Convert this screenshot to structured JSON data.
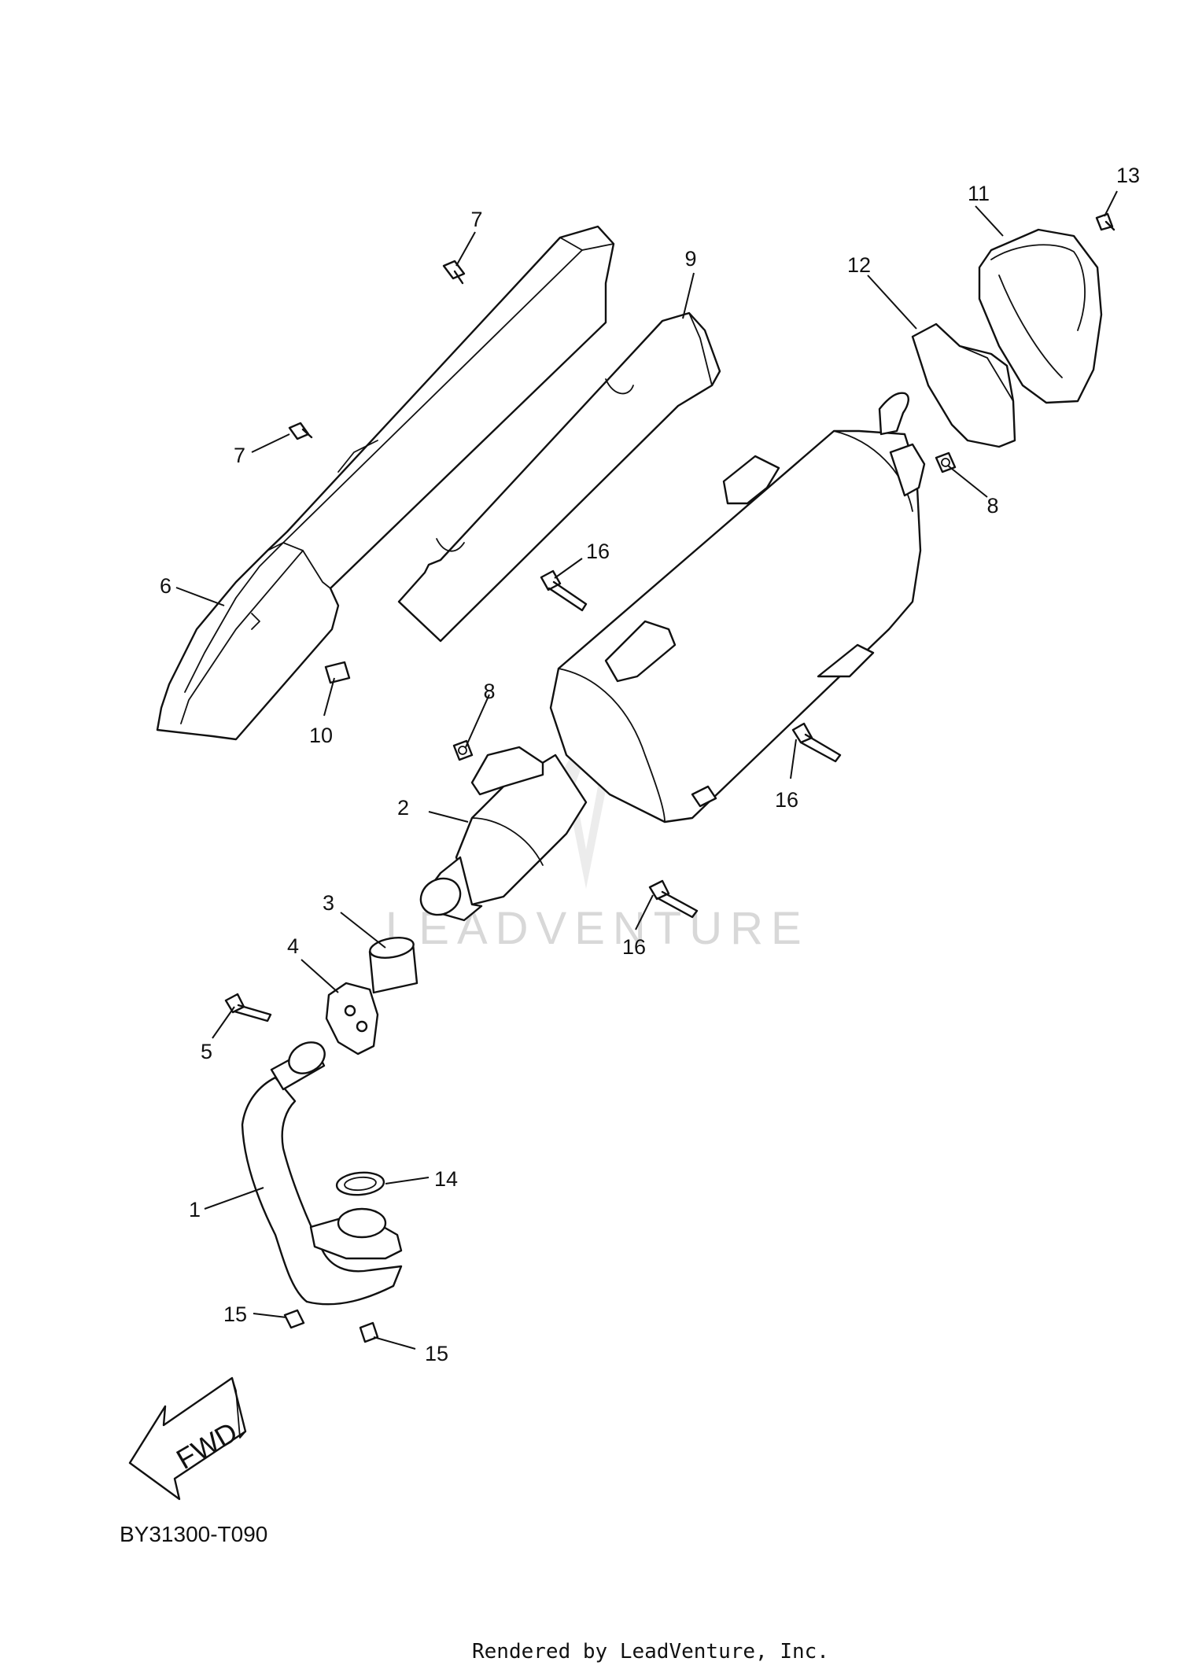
{
  "diagram": {
    "drawing_code": "BY31300-T090",
    "footer": "Rendered by LeadVenture, Inc.",
    "watermark": "LEADVENTURE",
    "direction_label": "FWD",
    "callouts": {
      "c1": "1",
      "c2": "2",
      "c3": "3",
      "c4": "4",
      "c5": "5",
      "c6": "6",
      "c7a": "7",
      "c7b": "7",
      "c8a": "8",
      "c8b": "8",
      "c9": "9",
      "c10": "10",
      "c11": "11",
      "c12": "12",
      "c13": "13",
      "c14": "14",
      "c15a": "15",
      "c15b": "15",
      "c16a": "16",
      "c16b": "16",
      "c16c": "16"
    },
    "colors": {
      "line": "#111111",
      "watermark": "#d8d8d8",
      "background": "#ffffff"
    }
  }
}
